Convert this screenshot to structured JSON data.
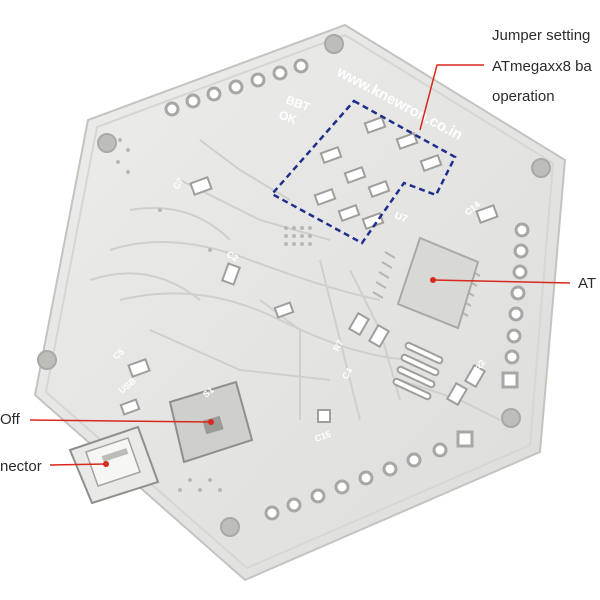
{
  "labels": {
    "jumper_line1": "Jumper setting",
    "jumper_line2": "ATmegaxx8 ba",
    "jumper_line3": "operation",
    "atmega": "AT",
    "switch": "Off",
    "usb": "nector"
  },
  "board": {
    "url_text": "www.knewron.co.in",
    "silk_bbt": "BBT",
    "silk_ok": "OK",
    "silk_u7": "U7",
    "silk_usb": "USB",
    "silk_s1": "S1",
    "silk_c15": "C15",
    "silk_c14": "C14",
    "silk_c5": "C5",
    "silk_c7": "C7",
    "silk_c2": "C2",
    "silk_c4": "C4",
    "silk_r2": "R2",
    "silk_r7": "R7"
  },
  "colors": {
    "callout_line": "#d9281c",
    "jumper_box": "#1f2f8c",
    "board_fill": "#e6e6e4",
    "board_edge": "#c9c9c6",
    "text": "#2b2b2b"
  }
}
